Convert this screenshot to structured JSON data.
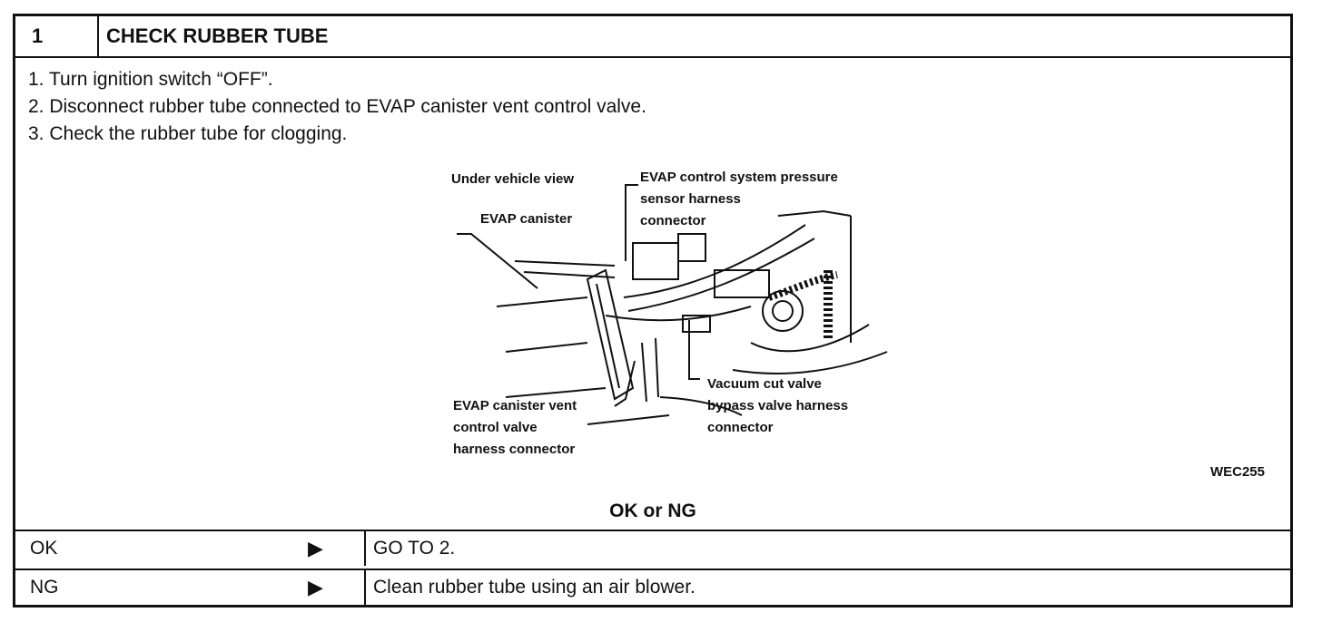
{
  "header": {
    "step_number": "1",
    "title": "CHECK RUBBER TUBE"
  },
  "steps": [
    "1.  Turn ignition switch “OFF”.",
    "2.  Disconnect rubber tube connected to EVAP canister vent control valve.",
    "3.  Check the rubber tube for clogging."
  ],
  "figure": {
    "id": "WEC255",
    "labels": {
      "view": "Under vehicle view",
      "pressure_sensor_1": "EVAP control system pressure",
      "pressure_sensor_2": "sensor harness",
      "pressure_sensor_3": "connector",
      "canister": "EVAP canister",
      "vent_valve_1": "EVAP canister vent",
      "vent_valve_2": "control valve",
      "vent_valve_3": "harness connector",
      "vacuum_1": "Vacuum cut valve",
      "vacuum_2": "bypass valve harness",
      "vacuum_3": "connector"
    }
  },
  "result_title": "OK or NG",
  "results": [
    {
      "result": "OK",
      "arrow": "▶",
      "action": "GO TO 2."
    },
    {
      "result": "NG",
      "arrow": "▶",
      "action": "Clean rubber tube using an air blower."
    }
  ]
}
